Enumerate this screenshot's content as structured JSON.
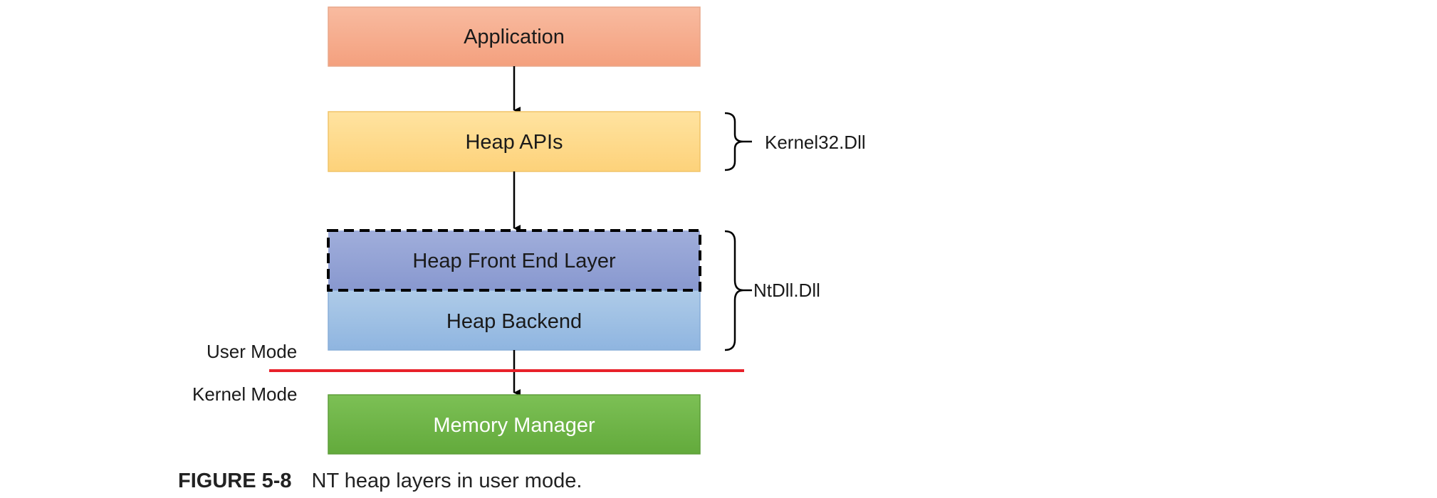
{
  "diagram": {
    "boxes": {
      "application": {
        "label": "Application",
        "color_top": "#F8BBA0",
        "color_bottom": "#F4A07E"
      },
      "heap_apis": {
        "label": "Heap APIs",
        "color_top": "#FFE3A0",
        "color_bottom": "#FDD27A"
      },
      "front_end": {
        "label": "Heap Front End Layer",
        "color_top": "#A0AEDB",
        "color_bottom": "#8898CF",
        "border": "dashed"
      },
      "backend": {
        "label": "Heap Backend",
        "color_top": "#AECBE8",
        "color_bottom": "#8FB5E0"
      },
      "memory_manager": {
        "label": "Memory Manager",
        "color_top": "#7CC055",
        "color_bottom": "#63AA3C"
      }
    },
    "braces": {
      "kernel32": {
        "label": "Kernel32.Dll"
      },
      "ntdll": {
        "label": "NtDll.Dll"
      }
    },
    "mode_labels": {
      "user": "User Mode",
      "kernel": "Kernel Mode"
    },
    "mode_boundary_color": "#E8212A"
  },
  "caption": {
    "label": "FIGURE 5-8",
    "text": "NT heap layers in user mode."
  }
}
